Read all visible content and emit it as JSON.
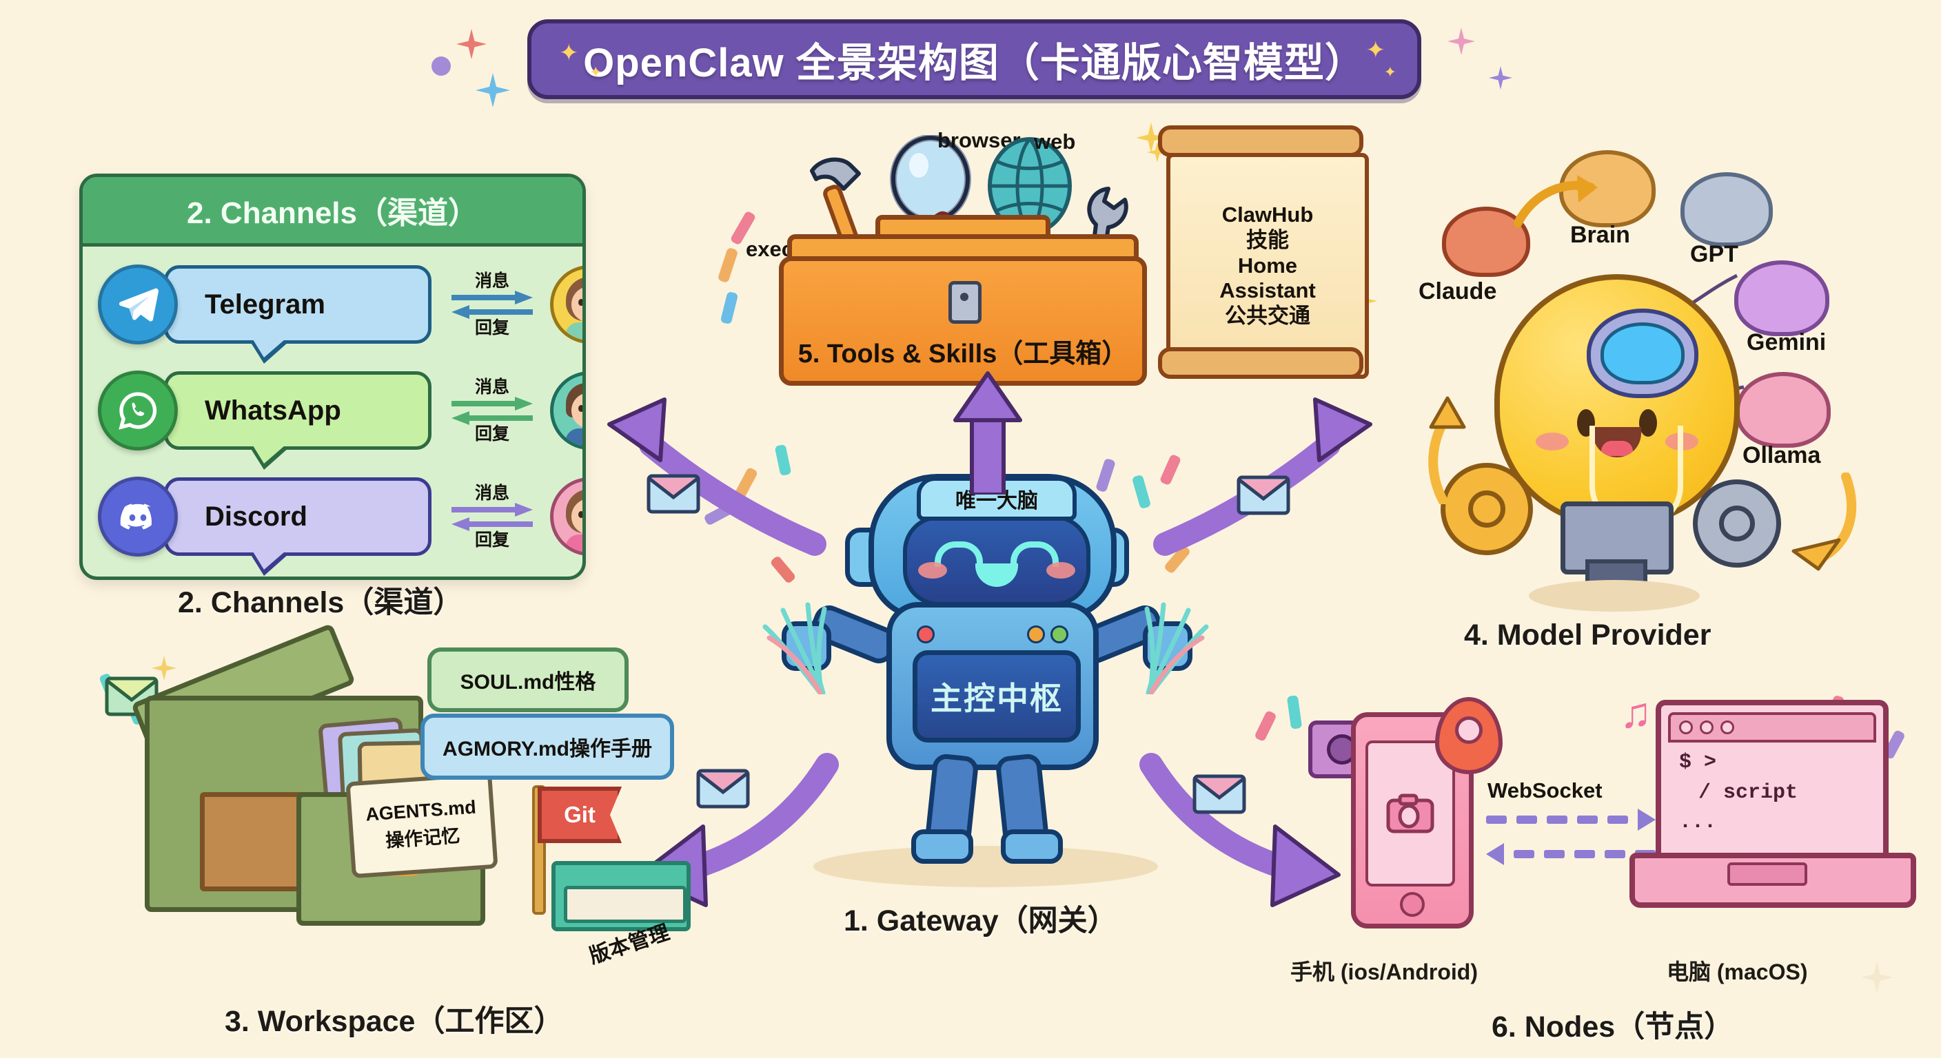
{
  "title": {
    "text": "OpenClaw 全景架构图（卡通版心智模型）"
  },
  "gateway": {
    "caption": "1. Gateway（网关）",
    "head_band": "唯一大脑",
    "chest_screen": "主控中枢"
  },
  "channels": {
    "header": "2. Channels（渠道）",
    "caption": "2. Channels（渠道）",
    "rows": [
      {
        "name": "Telegram",
        "send": "消息",
        "reply": "回复",
        "bubble_color": "#B8DEF5",
        "logo_color": "#2F9CD8",
        "border": "#1D5F86",
        "arrow": "#3E86B7",
        "avatar_color": "#F6D34E",
        "hair": "#8A5A3C",
        "shirt": "#7ED0B0"
      },
      {
        "name": "WhatsApp",
        "send": "消息",
        "reply": "回复",
        "bubble_color": "#C6F0A3",
        "logo_color": "#3FAF55",
        "border": "#2E6B43",
        "arrow": "#4FAE6E",
        "avatar_color": "#6ECFB6",
        "hair": "#6B4630",
        "shirt": "#3E6FA8"
      },
      {
        "name": "Discord",
        "send": "消息",
        "reply": "回复",
        "bubble_color": "#CDC9F3",
        "logo_color": "#5A65D8",
        "border": "#3B3C8F",
        "arrow": "#8E7BD4",
        "avatar_color": "#F4A8C0",
        "hair": "#8A5A3C",
        "shirt": "#ED6FA0"
      }
    ]
  },
  "workspace": {
    "caption": "3. Workspace（工作区）",
    "bubbles": [
      {
        "text": "SOUL.md性格"
      },
      {
        "text": "AGMORY.md操作手册"
      }
    ],
    "card": {
      "line1": "AGENTS.md",
      "line2": "操作记忆"
    },
    "git_flag": "Git",
    "version_label": "版本管理"
  },
  "model_provider": {
    "caption": "4. Model Provider",
    "labels": [
      {
        "name": "Claude",
        "brain_color": "#E98664",
        "border": "#9A3F23"
      },
      {
        "name": "Brain",
        "brain_color": "#F3BC6A",
        "border": "#A06C22"
      },
      {
        "name": "GPT",
        "brain_color": "#B9C5D6",
        "border": "#5C6B85"
      },
      {
        "name": "Gemini",
        "brain_color": "#D4A0E8",
        "border": "#7B4A97"
      },
      {
        "name": "Ollama",
        "brain_color": "#F4A8C0",
        "border": "#A04A6C"
      }
    ],
    "inner_brain_color": "#4FC3F7"
  },
  "tools": {
    "label": "5. Tools & Skills（工具箱）",
    "tool_labels": [
      {
        "name": "exec"
      },
      {
        "name": "browser"
      },
      {
        "name": "web"
      }
    ],
    "scroll": {
      "line1": "ClawHub",
      "line2": "技能",
      "line3": "Home",
      "line4": "Assistant",
      "line5": "公共交通"
    }
  },
  "nodes": {
    "caption": "6. Nodes（节点）",
    "connection_label": "WebSocket",
    "phone_label": "手机 (ios/Android)",
    "computer_label": "电脑 (macOS)",
    "terminal": {
      "line1": "$ >",
      "line2": "/ script",
      "line3": "..."
    }
  },
  "colors": {
    "background": "#FBF3DE",
    "banner": "#6F54AD",
    "arrow_purple": "#9B6FD4",
    "arrow_outline": "#4A2A6B",
    "channel_green": "#4FAE6E",
    "toolbox_orange": "#F9A340"
  }
}
